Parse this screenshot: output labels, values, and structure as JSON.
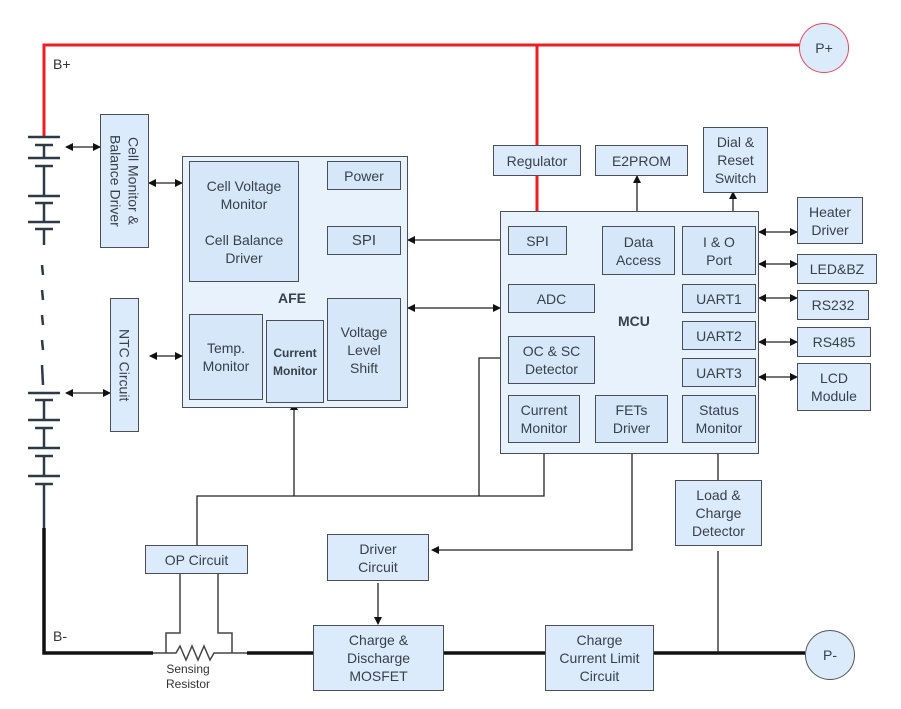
{
  "diagram": {
    "terminals": {
      "b_plus": "B+",
      "b_minus": "B-",
      "p_plus": "P+",
      "p_minus": "P-"
    },
    "colors": {
      "positive_rail": "#ee1c24",
      "block_fill": "#dcebfb",
      "wire": "#222222"
    },
    "blocks": {
      "cell_monitor": "Cell Monitor &\nBalance Driver",
      "ntc": "NTC Circuit",
      "afe": {
        "title": "AFE",
        "cell_voltage": "Cell Voltage\nMonitor\n\nCell Balance\nDriver",
        "power": "Power",
        "spi": "SPI",
        "temp_monitor": "Temp.\nMonitor",
        "current_monitor": "Current\nMonitor",
        "voltage_level_shift": "Voltage\nLevel\nShift"
      },
      "regulator": "Regulator",
      "e2prom": "E2PROM",
      "dial_reset": "Dial &\nReset\nSwitch",
      "mcu": {
        "title": "MCU",
        "spi": "SPI",
        "data_access": "Data\nAccess",
        "io_port": "I & O\nPort",
        "adc": "ADC",
        "uart1": "UART1",
        "uart2": "UART2",
        "uart3": "UART3",
        "oc_sc": "OC & SC\nDetector",
        "current_monitor": "Current\nMonitor",
        "fets_driver": "FETs\nDriver",
        "status_monitor": "Status\nMonitor"
      },
      "heater_driver": "Heater\nDriver",
      "led_bz": "LED&BZ",
      "rs232": "RS232",
      "rs485": "RS485",
      "lcd_module": "LCD\nModule",
      "load_charge_detector": "Load &\nCharge\nDetector",
      "op_circuit": "OP Circuit",
      "driver_circuit": "Driver\nCircuit",
      "mosfet": "Charge &\nDischarge\nMOSFET",
      "charge_limit": "Charge\nCurrent Limit\nCircuit",
      "sensing_resistor": "Sensing\nResistor"
    }
  }
}
